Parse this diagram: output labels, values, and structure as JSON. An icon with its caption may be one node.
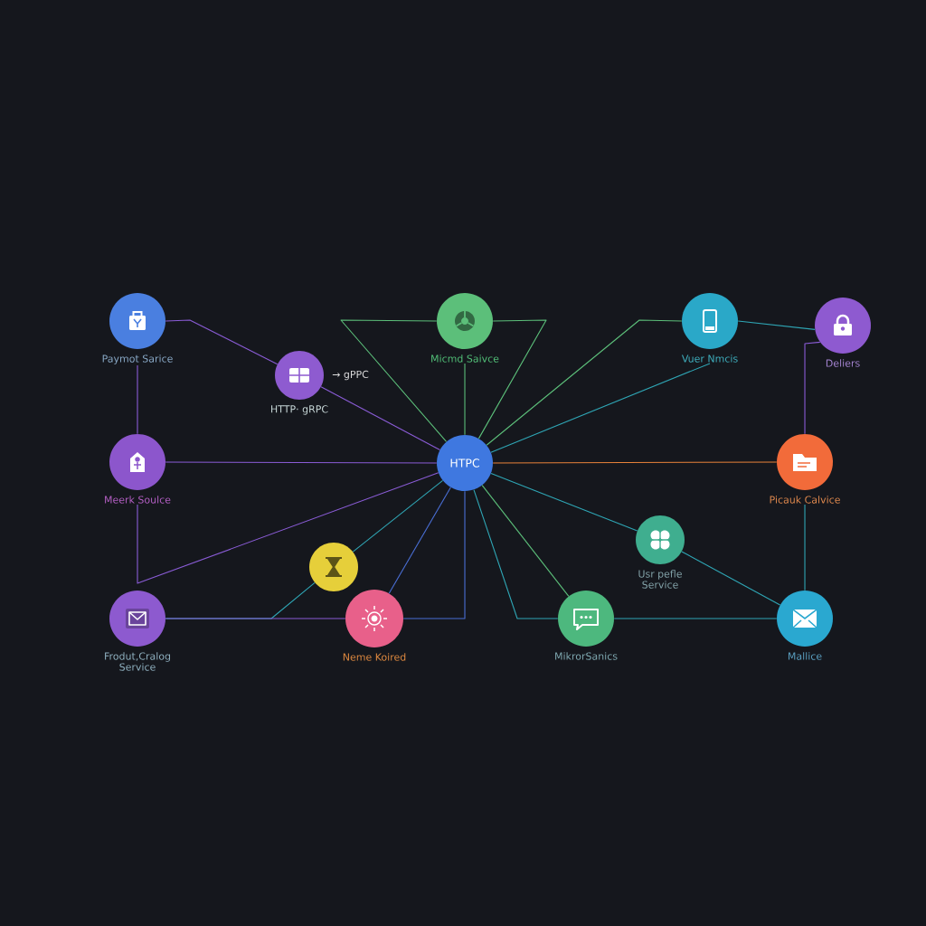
{
  "diagram": {
    "nodes": [
      {
        "text": [
          "Paymot Sarice"
        ]
      },
      {
        "text": [
          "HTTP· gRPC"
        ],
        "beside": [
          "→ gPPC"
        ]
      },
      {
        "text": [
          "Micmd Saivce"
        ]
      },
      {
        "text": [
          "Vuer Nmcis"
        ]
      },
      {
        "text": [
          "Deliers"
        ]
      },
      {
        "text": [
          "Meerk Soulce"
        ]
      },
      {
        "text": [
          "HTPC"
        ]
      },
      {
        "text": [
          "Picauk Calvice"
        ]
      },
      {
        "text": [],
        "shape": "circle"
      },
      {
        "text": [
          "Usr pefle Service"
        ]
      },
      {
        "text": [
          "Frodut,Cralog Service"
        ]
      },
      {
        "text": [
          "Neme Koired"
        ]
      },
      {
        "text": [
          "MikrorSanics"
        ]
      },
      {
        "text": [
          "Mallice"
        ]
      }
    ],
    "edges": [
      {
        "from": 0,
        "to": 1,
        "arrow": "none",
        "color": "#8a5cd6"
      },
      {
        "from": 1,
        "to": 6,
        "arrow": "none",
        "color": "#8a5cd6"
      },
      {
        "from": 0,
        "to": 5,
        "arrow": "none",
        "color": "#8a5cd6"
      },
      {
        "from": 5,
        "to": 6,
        "arrow": "none",
        "color": "#8a5cd6"
      },
      {
        "from": 5,
        "to": 6,
        "arrow": "none",
        "color": "#8a5cd6"
      },
      {
        "from": 10,
        "to": 8,
        "arrow": "none"
      },
      {
        "from": 10,
        "to": 11,
        "arrow": "none",
        "color": "#8a5cd6"
      },
      {
        "from": 8,
        "to": 6,
        "arrow": "none"
      },
      {
        "from": 11,
        "to": 6,
        "arrow": "none",
        "color": "#4a6fd6"
      },
      {
        "from": 11,
        "to": 6,
        "arrow": "none",
        "color": "#4a6fd6"
      },
      {
        "from": 2,
        "to": 6,
        "arrow": "none",
        "color": "#5cbf7a"
      },
      {
        "from": 2,
        "to": 6,
        "arrow": "none",
        "color": "#5cbf7a"
      },
      {
        "from": 2,
        "to": 6,
        "arrow": "none",
        "color": "#5cbf7a"
      },
      {
        "from": 6,
        "to": 3,
        "arrow": "none",
        "color": "#5cbf7a"
      },
      {
        "from": 6,
        "to": 3,
        "arrow": "none"
      },
      {
        "from": 3,
        "to": 4,
        "arrow": "none"
      },
      {
        "from": 4,
        "to": 7,
        "arrow": "none",
        "color": "#8a5cd6"
      },
      {
        "from": 6,
        "to": 7,
        "arrow": "none",
        "color": "#e8823a"
      },
      {
        "from": 7,
        "to": 13,
        "arrow": "none"
      },
      {
        "from": 6,
        "to": 9,
        "arrow": "none"
      },
      {
        "from": 9,
        "to": 13,
        "arrow": "none"
      },
      {
        "from": 6,
        "to": 12,
        "arrow": "none",
        "color": "#5cbf7a"
      },
      {
        "from": 6,
        "to": 12,
        "arrow": "none"
      },
      {
        "from": 12,
        "to": 13,
        "arrow": "none"
      }
    ]
  }
}
